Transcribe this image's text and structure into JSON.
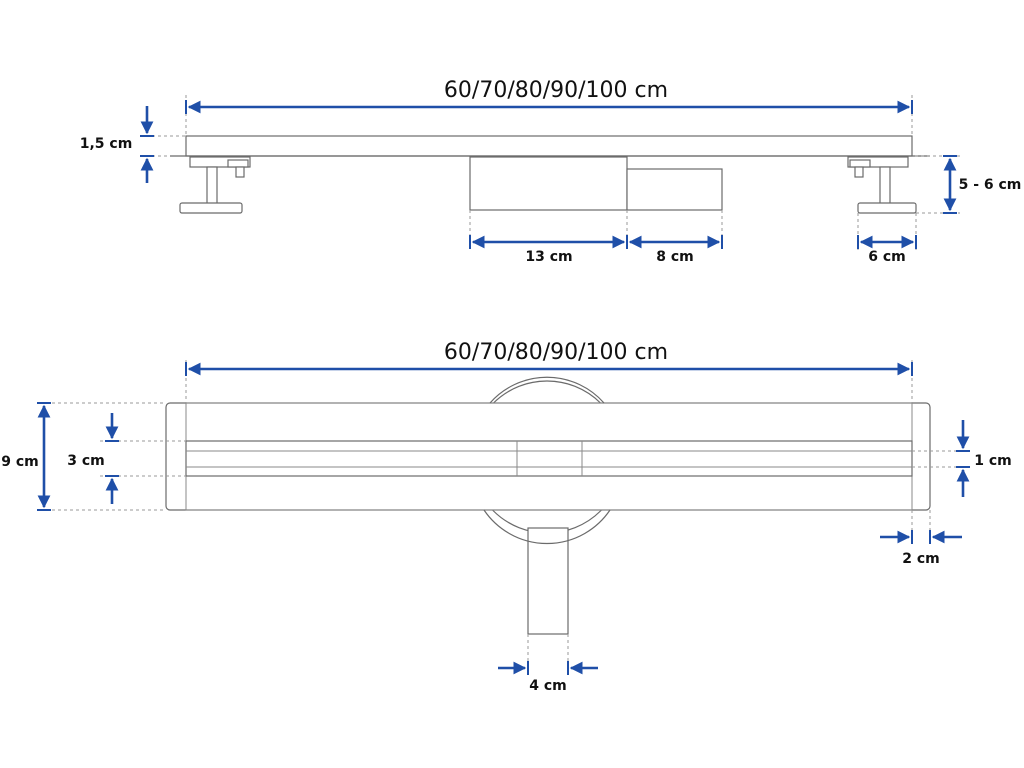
{
  "colors": {
    "dimension": "#1f4fa8",
    "outline": "#6b6b6b",
    "text": "#111111"
  },
  "side_view": {
    "length_label": "60/70/80/90/100 cm",
    "thickness_label": "1,5 cm",
    "height_label": "5 - 6 cm",
    "siphon_label": "13 cm",
    "box_label": "8 cm",
    "foot_label": "6 cm"
  },
  "top_view": {
    "length_label": "60/70/80/90/100 cm",
    "total_width_label": "9 cm",
    "channel_width_label": "3 cm",
    "grate_gap_label": "1 cm",
    "edge_label": "2 cm",
    "outlet_label": "4 cm"
  }
}
